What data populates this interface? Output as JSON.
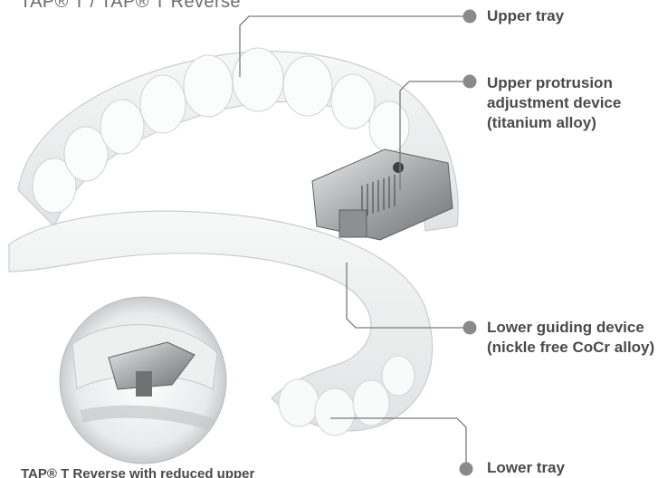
{
  "header": {
    "title": "TAP® T / TAP® T Reverse"
  },
  "callouts": {
    "upper_tray": "Upper tray",
    "upper_protrusion": {
      "line1": "Upper protrusion",
      "line2": "adjustment device",
      "line3": "(titanium alloy)"
    },
    "lower_guiding": {
      "line1": "Lower guiding device",
      "line2": "(nickle free CoCr alloy)"
    },
    "lower_tray": "Lower tray"
  },
  "inset": {
    "caption": "TAP® T Reverse with reduced upper"
  },
  "colors": {
    "marker": "#8a8a8a",
    "leader_line": "#7a7a7a",
    "label_text": "#4a4a4a"
  }
}
